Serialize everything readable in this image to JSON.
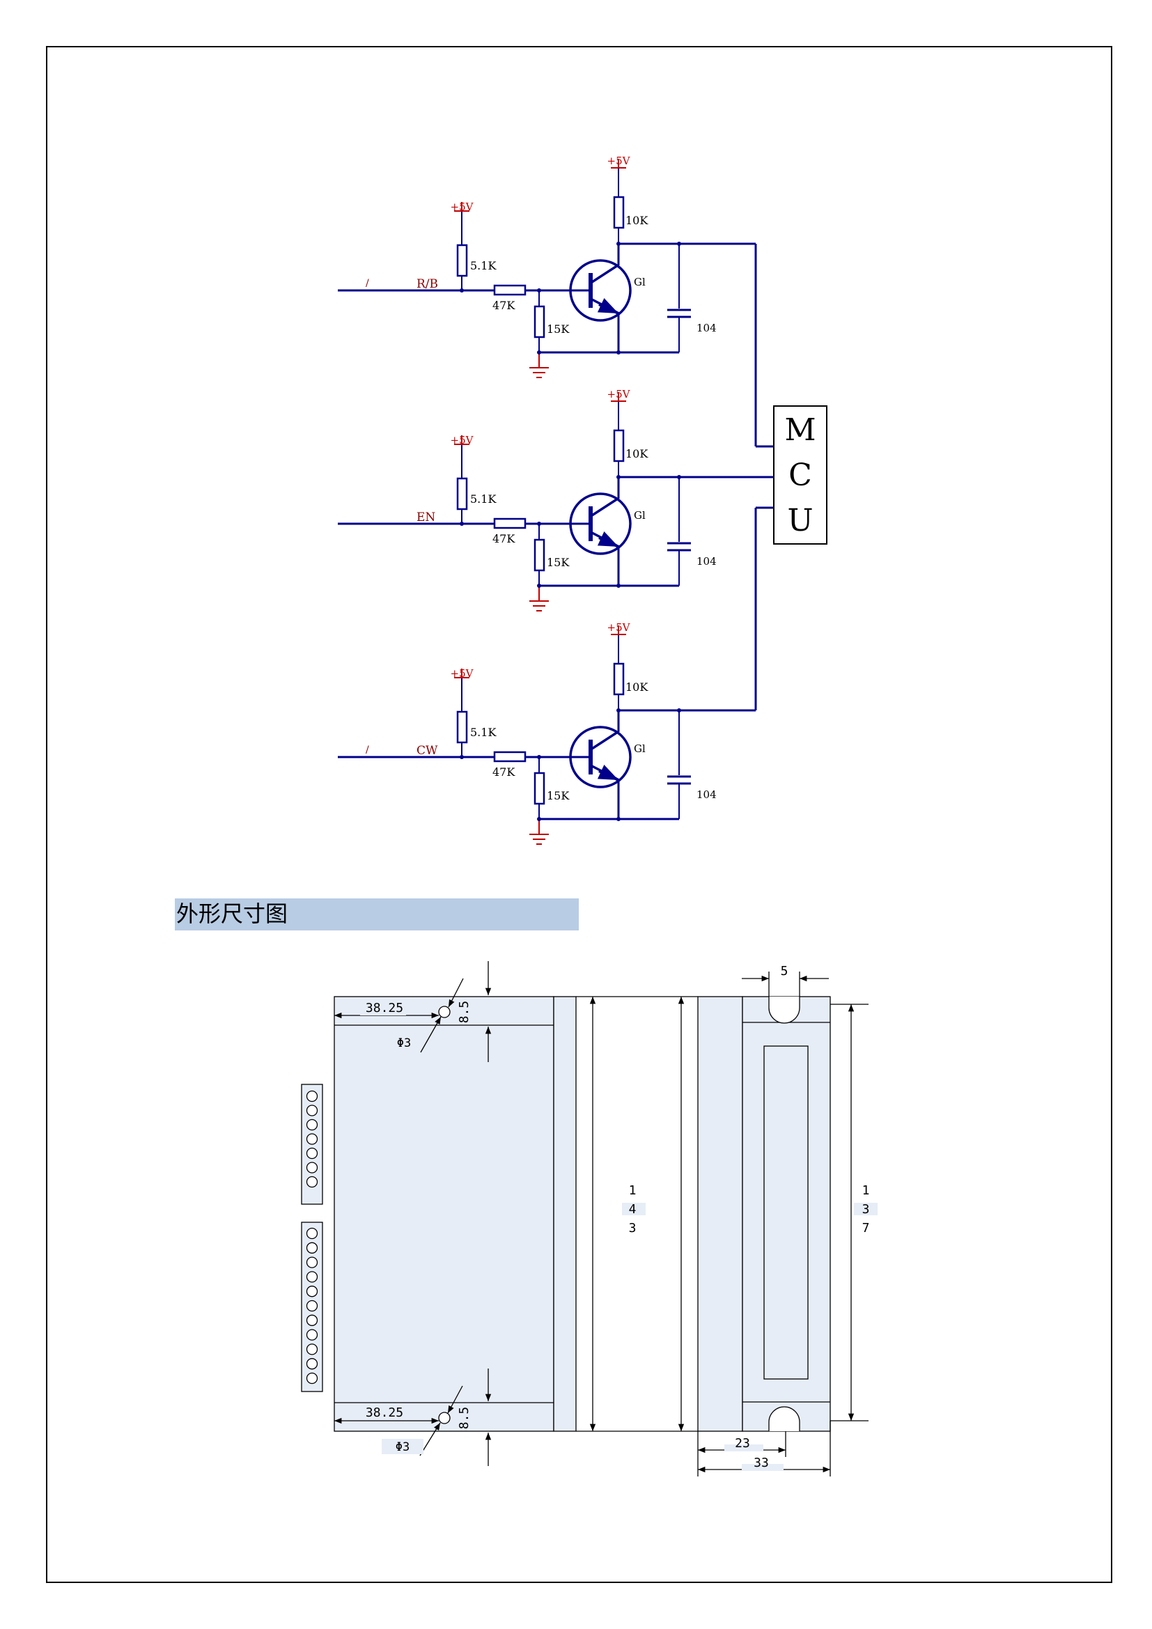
{
  "section_title": "外形尺寸图",
  "schematic": {
    "mcu_letters": [
      "M",
      "C",
      "U"
    ],
    "stages": [
      {
        "input_name": "R/B",
        "input_mark": "/",
        "pullup_supply": "+5V",
        "pullup": "5.1K",
        "series": "47K",
        "pulldown": "15K",
        "collector_supply": "+5V",
        "collector_res": "10K",
        "cap": "104",
        "transistor": "Gl"
      },
      {
        "input_name": "EN",
        "input_mark": "",
        "pullup_supply": "+5V",
        "pullup": "5.1K",
        "series": "47K",
        "pulldown": "15K",
        "collector_supply": "+5V",
        "collector_res": "10K",
        "cap": "104",
        "transistor": "Gl"
      },
      {
        "input_name": "CW",
        "input_mark": "/",
        "pullup_supply": "+5V",
        "pullup": "5.1K",
        "series": "47K",
        "pulldown": "15K",
        "collector_supply": "+5V",
        "collector_res": "10K",
        "cap": "104",
        "transistor": "Gl"
      }
    ]
  },
  "dimensions": {
    "hole_offset": "38.25",
    "hole_margin": "8.5",
    "hole_dia": "Φ3",
    "height_outer": [
      "1",
      "4",
      "3"
    ],
    "height_inner": [
      "1",
      "3",
      "7"
    ],
    "slot_width": "5",
    "depth_inner": "23",
    "depth_outer": "33"
  },
  "colors": {
    "wire": "#00008b",
    "label": "#8b0000",
    "power": "#c00000",
    "body_fill": "#e6edf7",
    "title_bg": "#b8cce4"
  }
}
